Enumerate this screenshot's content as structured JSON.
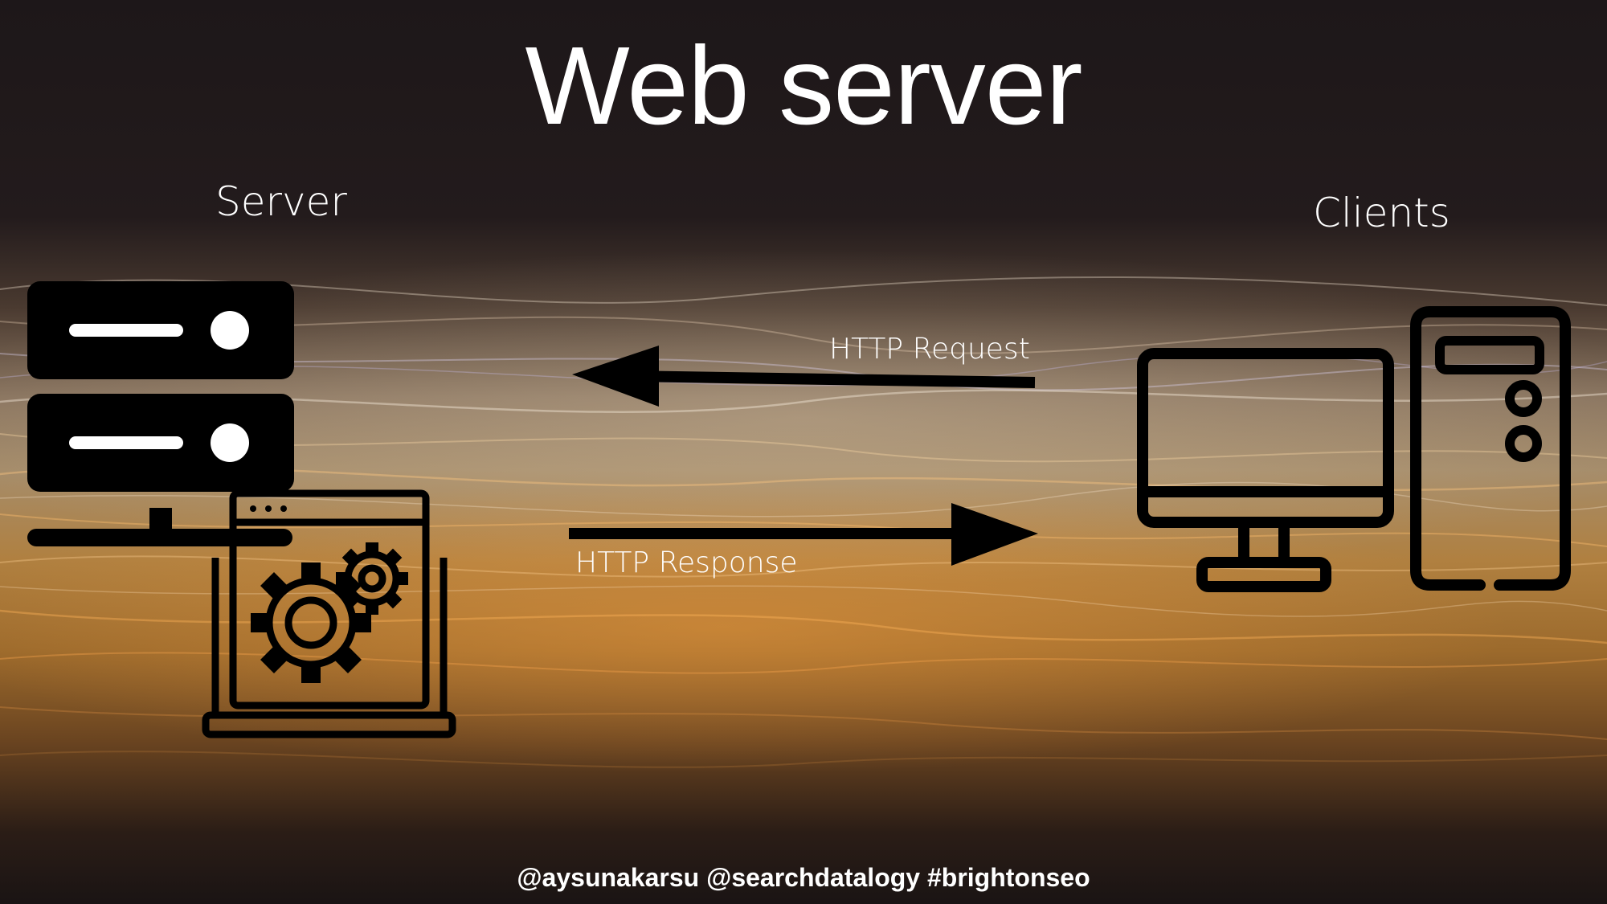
{
  "slide": {
    "title": "Web server",
    "left_label": "Server",
    "right_label": "Clients",
    "request_label": "HTTP Request",
    "response_label": "HTTP Response",
    "footer": "@aysunakarsu @searchdatalogy #brightonseo"
  },
  "icons": {
    "server": "server-rack-icon",
    "app": "gear-window-icon",
    "client": "desktop-computer-icon",
    "tower": "computer-tower-icon"
  },
  "colors": {
    "icon": "#000000",
    "text": "#ffffff"
  }
}
